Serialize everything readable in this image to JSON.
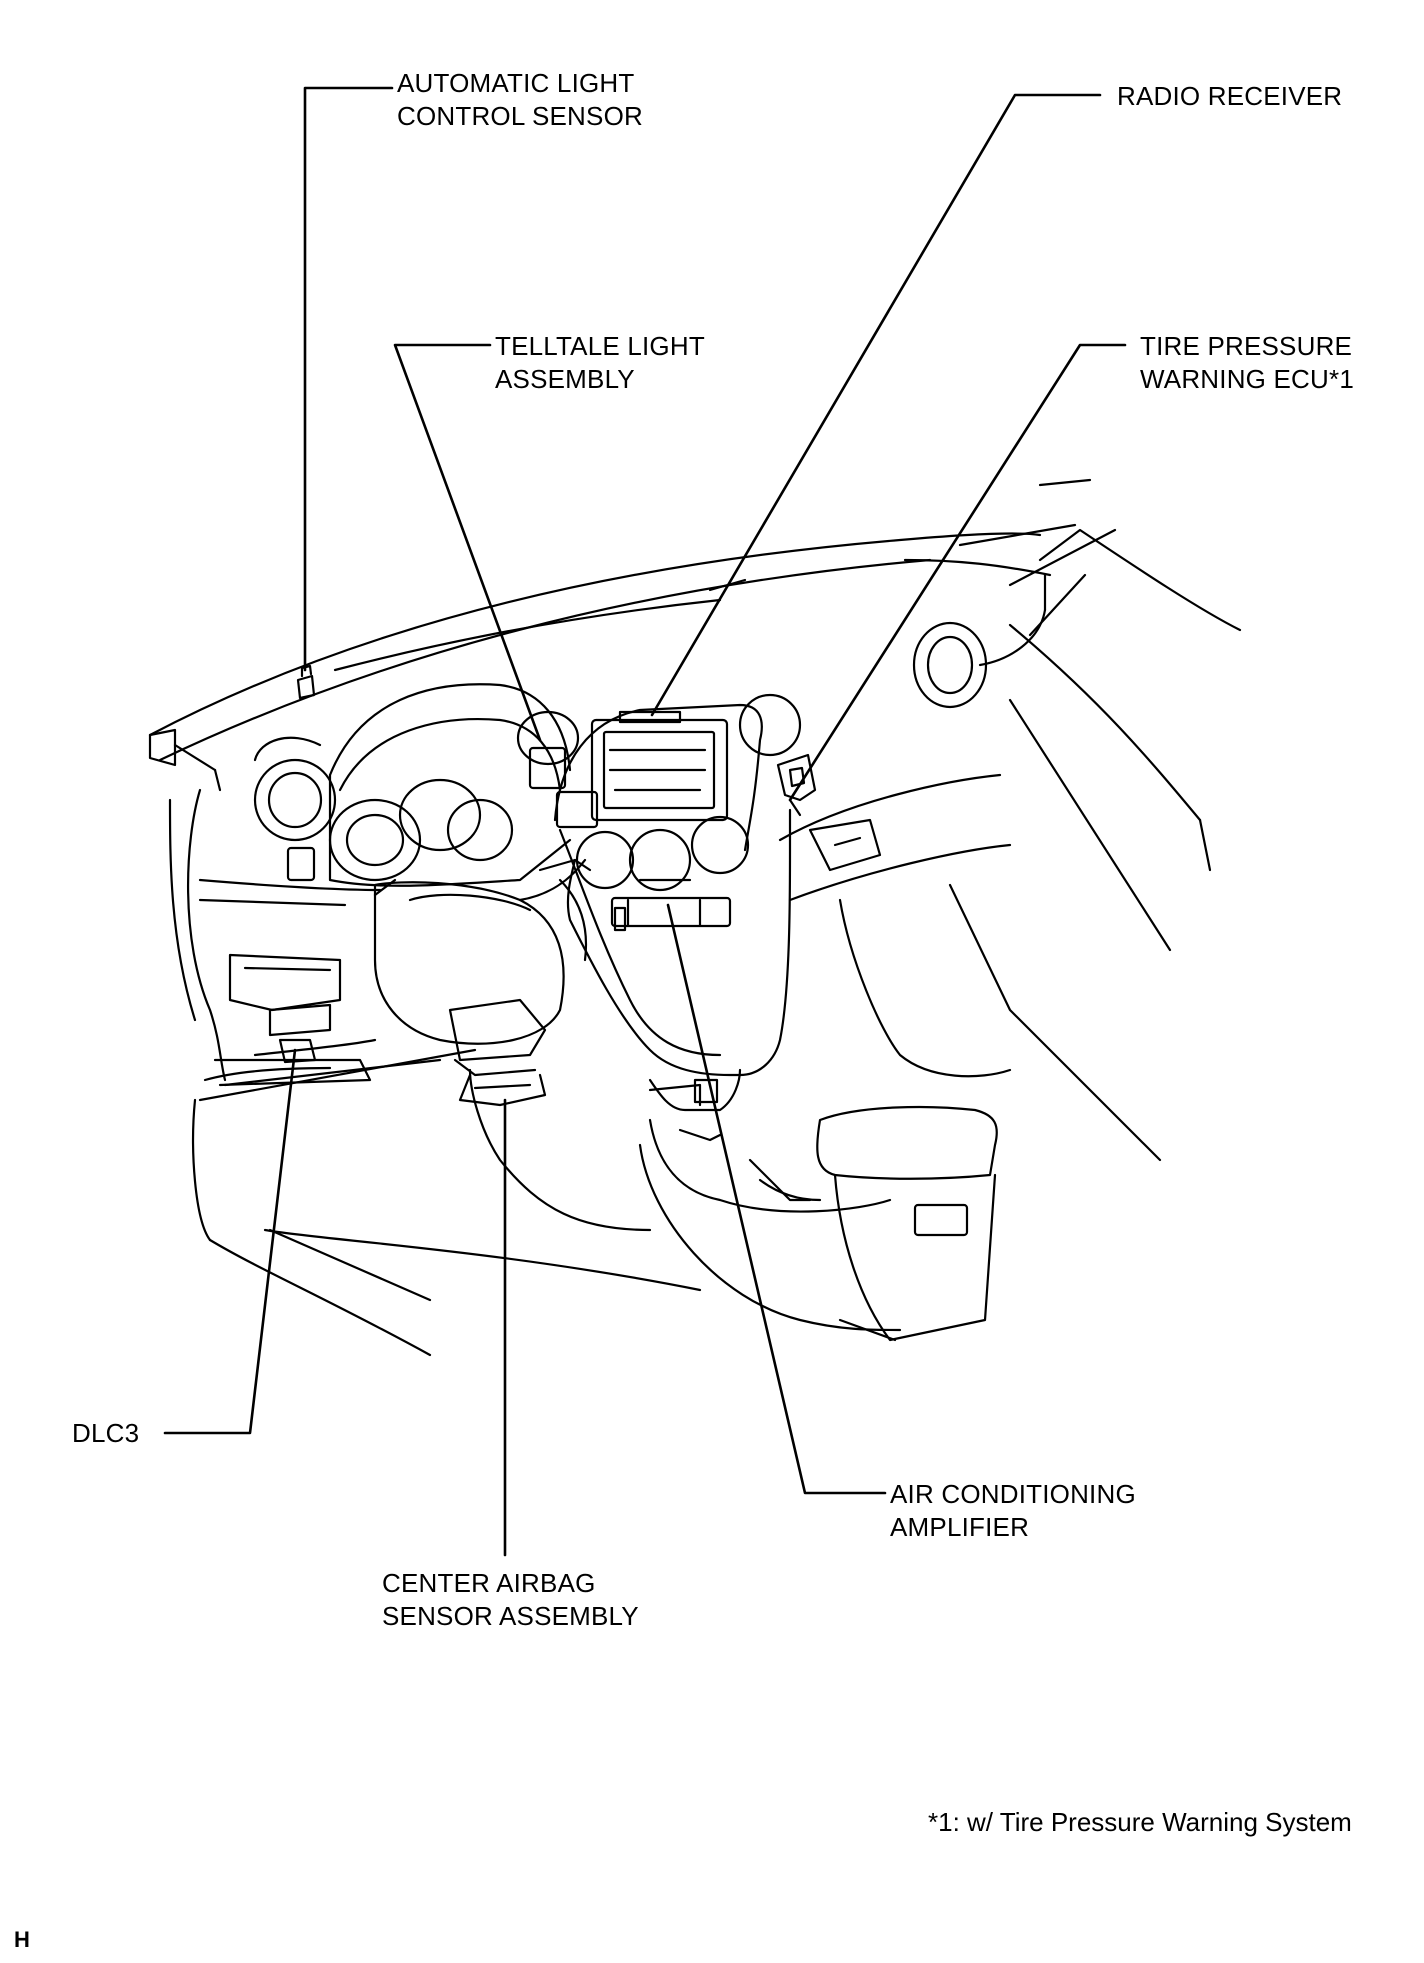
{
  "labels": {
    "auto_light_sensor": [
      "AUTOMATIC LIGHT",
      "CONTROL SENSOR"
    ],
    "radio_receiver": [
      "RADIO RECEIVER"
    ],
    "telltale_light": [
      "TELLTALE LIGHT",
      "ASSEMBLY"
    ],
    "tire_pressure_ecu": [
      "TIRE PRESSURE",
      "WARNING ECU*1"
    ],
    "dlc3": [
      "DLC3"
    ],
    "air_conditioning_amplifier": [
      "AIR CONDITIONING",
      "AMPLIFIER"
    ],
    "center_airbag_sensor": [
      "CENTER AIRBAG",
      "SENSOR ASSEMBLY"
    ]
  },
  "footnote": "*1: w/ Tire Pressure Warning System",
  "corner_mark": "H"
}
